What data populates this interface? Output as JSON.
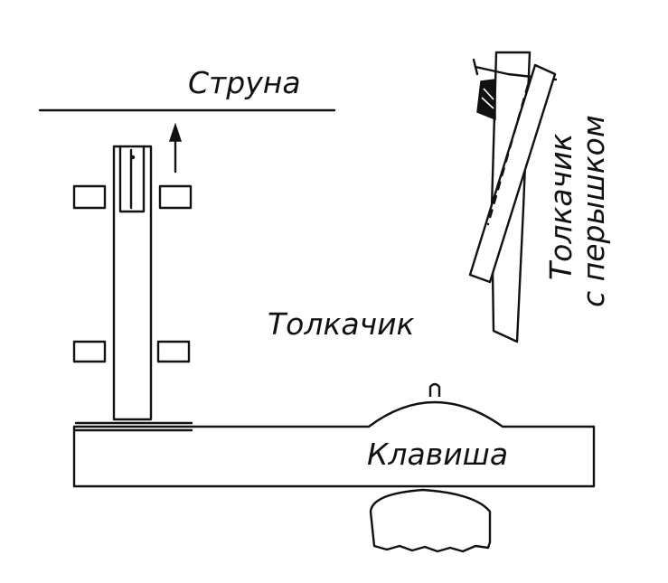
{
  "labels": {
    "string": "Струна",
    "jack": "Толкачик",
    "key": "Клавиша",
    "jack_with_plectrum_line1": "Толкачик",
    "jack_with_plectrum_line2": "с перышком"
  },
  "colors": {
    "ink": "#111111",
    "paper": "#ffffff"
  },
  "icons": {
    "motion_arrow": "arrow-up-icon"
  }
}
